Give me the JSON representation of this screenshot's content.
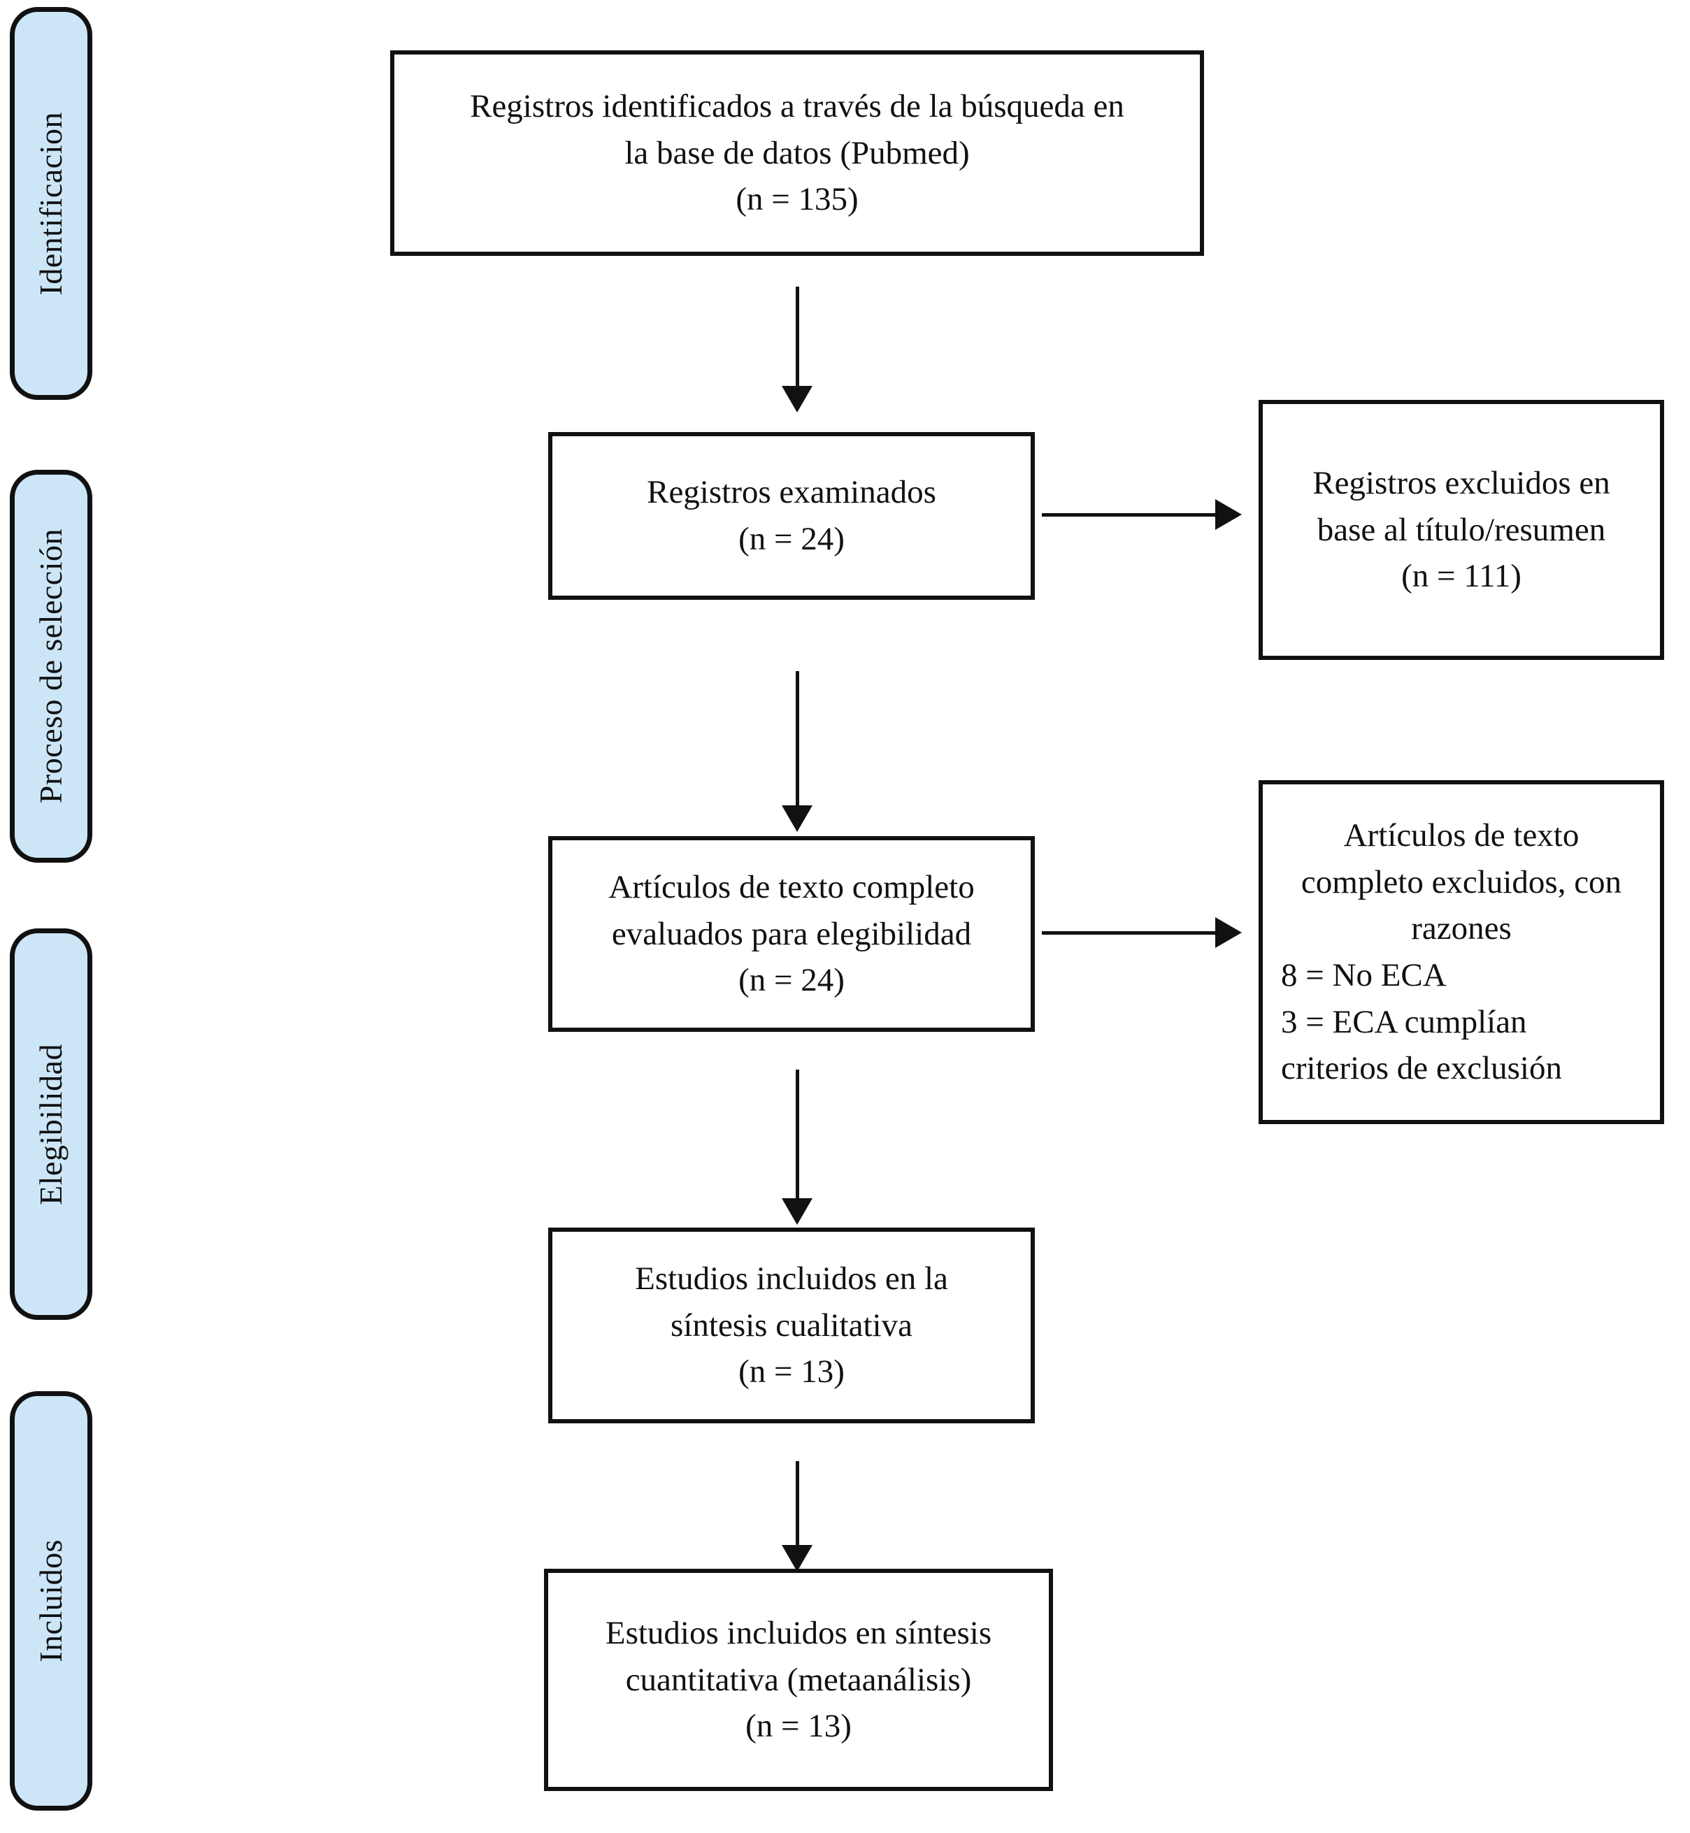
{
  "diagram": {
    "title": "PRISMA flow diagram",
    "accent_color": "#cce6f7",
    "line_color": "#111111",
    "background_color": "#ffffff"
  },
  "stages": [
    {
      "label": "Identificacion"
    },
    {
      "label": "Proceso de selección"
    },
    {
      "label": "Elegibilidad"
    },
    {
      "label": "Incluidos"
    }
  ],
  "boxes": {
    "identified": {
      "lines": [
        "Registros identificados a través de la búsqueda en",
        "la base de datos (Pubmed)",
        "(n = 135)"
      ]
    },
    "screened": {
      "lines": [
        "Registros examinados",
        "(n = 24)"
      ]
    },
    "excluded_title_abstract": {
      "lines": [
        "Registros excluidos en",
        "base al título/resumen",
        "(n = 111)"
      ]
    },
    "fulltext_assessed": {
      "lines": [
        "Artículos de texto completo",
        "evaluados para elegibilidad",
        "(n = 24)"
      ]
    },
    "fulltext_excluded": {
      "centered_lines": [
        "Artículos de texto",
        "completo excluidos, con",
        "razones"
      ],
      "reason_lines": [
        "8 = No ECA",
        "3 = ECA cumplían",
        "criterios de exclusión"
      ]
    },
    "qualitative": {
      "lines": [
        "Estudios incluidos en la",
        "síntesis cualitativa",
        "(n = 13)"
      ]
    },
    "quantitative": {
      "lines": [
        "Estudios incluidos en síntesis",
        "cuantitativa (metaanálisis)",
        "(n = 13)"
      ]
    }
  }
}
